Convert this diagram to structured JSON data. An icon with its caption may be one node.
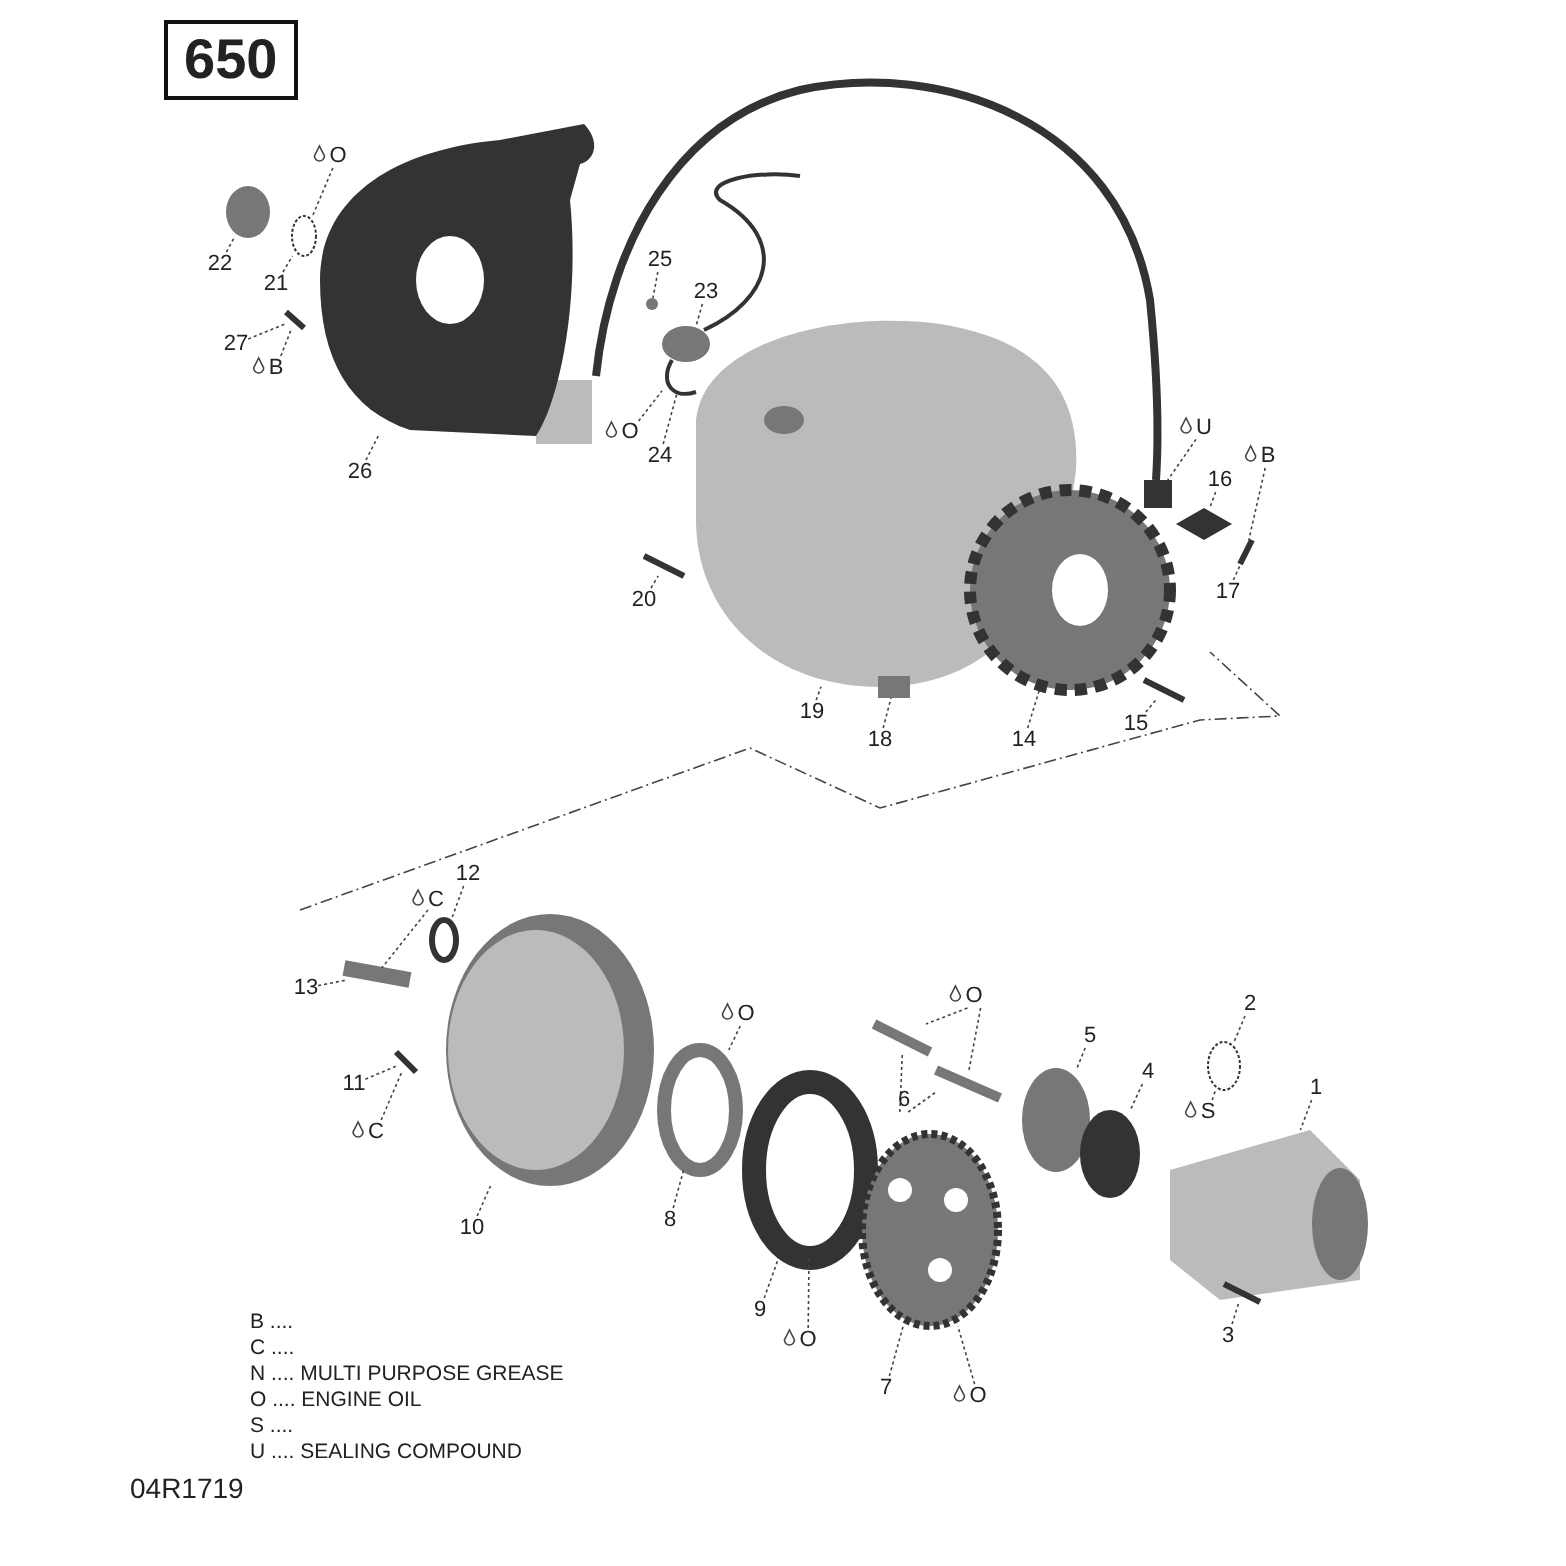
{
  "diagram": {
    "title": "650",
    "nodes": [
      {
        "text": [
          "22"
        ]
      },
      {
        "text": [
          "O"
        ]
      },
      {
        "text": [
          "21"
        ]
      },
      {
        "text": [
          "27"
        ]
      },
      {
        "text": [
          "B"
        ]
      },
      {
        "text": [
          "26"
        ]
      },
      {
        "text": [
          "25"
        ]
      },
      {
        "text": [
          "23"
        ]
      },
      {
        "text": [
          "O"
        ]
      },
      {
        "text": [
          "24"
        ]
      },
      {
        "text": [
          "U"
        ]
      },
      {
        "text": [
          "B"
        ]
      },
      {
        "text": [
          "16"
        ]
      },
      {
        "text": [
          "20"
        ]
      },
      {
        "text": [
          "17"
        ]
      },
      {
        "text": [
          "19"
        ]
      },
      {
        "text": [
          "15"
        ]
      },
      {
        "text": [
          "18"
        ]
      },
      {
        "text": [
          "14"
        ]
      },
      {
        "text": [
          "C"
        ]
      },
      {
        "text": [
          "12"
        ]
      },
      {
        "text": [
          "13"
        ]
      },
      {
        "text": [
          "O"
        ]
      },
      {
        "text": [
          "2"
        ]
      },
      {
        "text": [
          "O"
        ]
      },
      {
        "text": [
          "5"
        ]
      },
      {
        "text": [
          "4"
        ]
      },
      {
        "text": [
          "11"
        ]
      },
      {
        "text": [
          "6"
        ]
      },
      {
        "text": [
          "S"
        ]
      },
      {
        "text": [
          "1"
        ]
      },
      {
        "text": [
          "C"
        ]
      },
      {
        "text": [
          "10"
        ]
      },
      {
        "text": [
          "8"
        ]
      },
      {
        "text": [
          "9"
        ]
      },
      {
        "text": [
          "3"
        ]
      },
      {
        "text": [
          "O"
        ]
      },
      {
        "text": [
          "7"
        ]
      },
      {
        "text": [
          "O"
        ]
      },
      {
        "text": [],
        "shape": "circle"
      },
      {
        "text": [],
        "shape": "circle"
      },
      {
        "text": [],
        "shape": "bar"
      },
      {
        "text": [],
        "shape": "picture"
      },
      {
        "text": [],
        "shape": "circle"
      },
      {
        "text": [],
        "shape": "circle"
      },
      {
        "text": [],
        "shape": "picture"
      },
      {
        "text": [],
        "shape": "box"
      },
      {
        "text": [],
        "shape": "diamond"
      },
      {
        "text": [],
        "shape": "bar"
      },
      {
        "text": [],
        "shape": "bar"
      },
      {
        "text": [],
        "shape": "bar"
      },
      {
        "text": [],
        "shape": "box"
      },
      {
        "text": [],
        "shape": "picture"
      },
      {
        "text": [],
        "shape": "bar"
      },
      {
        "text": [],
        "shape": "circle"
      },
      {
        "text": [],
        "shape": "bar"
      },
      {
        "text": [],
        "shape": "bar"
      },
      {
        "text": [],
        "shape": "circle"
      },
      {
        "text": [],
        "shape": "circle"
      },
      {
        "text": [],
        "shape": "circle"
      },
      {
        "text": [],
        "shape": "circle"
      },
      {
        "text": [],
        "shape": "bar"
      },
      {
        "text": [],
        "shape": "picture"
      },
      {
        "text": [],
        "shape": "picture"
      },
      {
        "text": [],
        "shape": "circle"
      },
      {
        "text": [],
        "shape": "picture"
      },
      {
        "text": [],
        "shape": "bar"
      }
    ],
    "edges": [
      {
        "from": 0,
        "to": 39,
        "arrow": "none"
      },
      {
        "from": 1,
        "to": 40,
        "arrow": "none"
      },
      {
        "from": 2,
        "to": 40,
        "arrow": "none"
      },
      {
        "from": 3,
        "to": 41,
        "arrow": "none"
      },
      {
        "from": 4,
        "to": 41,
        "arrow": "none"
      },
      {
        "from": 5,
        "to": 42,
        "arrow": "none"
      },
      {
        "from": 6,
        "to": 43,
        "arrow": "none"
      },
      {
        "from": 7,
        "to": 44,
        "arrow": "none"
      },
      {
        "from": 8,
        "to": 44,
        "arrow": "none"
      },
      {
        "from": 9,
        "to": 44,
        "arrow": "none"
      },
      {
        "from": 10,
        "to": 46,
        "arrow": "none"
      },
      {
        "from": 11,
        "to": 48,
        "arrow": "none"
      },
      {
        "from": 12,
        "to": 47,
        "arrow": "none"
      },
      {
        "from": 13,
        "to": 49,
        "arrow": "none"
      },
      {
        "from": 14,
        "to": 48,
        "arrow": "none"
      },
      {
        "from": 15,
        "to": 45,
        "arrow": "none"
      },
      {
        "from": 16,
        "to": 50,
        "arrow": "none"
      },
      {
        "from": 17,
        "to": 51,
        "arrow": "none"
      },
      {
        "from": 18,
        "to": 52,
        "arrow": "none"
      },
      {
        "from": 19,
        "to": 53,
        "arrow": "none"
      },
      {
        "from": 20,
        "to": 54,
        "arrow": "none"
      },
      {
        "from": 21,
        "to": 53,
        "arrow": "none"
      },
      {
        "from": 22,
        "to": 55,
        "arrow": "none"
      },
      {
        "from": 22,
        "to": 56,
        "arrow": "none"
      },
      {
        "from": 23,
        "to": 57,
        "arrow": "none"
      },
      {
        "from": 24,
        "to": 58,
        "arrow": "none"
      },
      {
        "from": 25,
        "to": 59,
        "arrow": "none"
      },
      {
        "from": 26,
        "to": 60,
        "arrow": "none"
      },
      {
        "from": 27,
        "to": 61,
        "arrow": "none"
      },
      {
        "from": 28,
        "to": 55,
        "arrow": "none"
      },
      {
        "from": 28,
        "to": 56,
        "arrow": "none"
      },
      {
        "from": 29,
        "to": 57,
        "arrow": "none"
      },
      {
        "from": 30,
        "to": 62,
        "arrow": "none"
      },
      {
        "from": 31,
        "to": 61,
        "arrow": "none"
      },
      {
        "from": 32,
        "to": 63,
        "arrow": "none"
      },
      {
        "from": 33,
        "to": 58,
        "arrow": "none"
      },
      {
        "from": 34,
        "to": 64,
        "arrow": "none"
      },
      {
        "from": 35,
        "to": 66,
        "arrow": "none"
      },
      {
        "from": 36,
        "to": 64,
        "arrow": "none"
      },
      {
        "from": 37,
        "to": 65,
        "arrow": "none"
      },
      {
        "from": 38,
        "to": 65,
        "arrow": "none"
      }
    ],
    "labels": [
      "04R1719"
    ],
    "legend": [
      {
        "text": "B ...."
      },
      {
        "text": "C ...."
      },
      {
        "text": "N .... MULTI PURPOSE GREASE"
      },
      {
        "text": "O .... ENGINE OIL"
      },
      {
        "text": "S ...."
      },
      {
        "text": "U .... SEALING COMPOUND"
      }
    ]
  }
}
